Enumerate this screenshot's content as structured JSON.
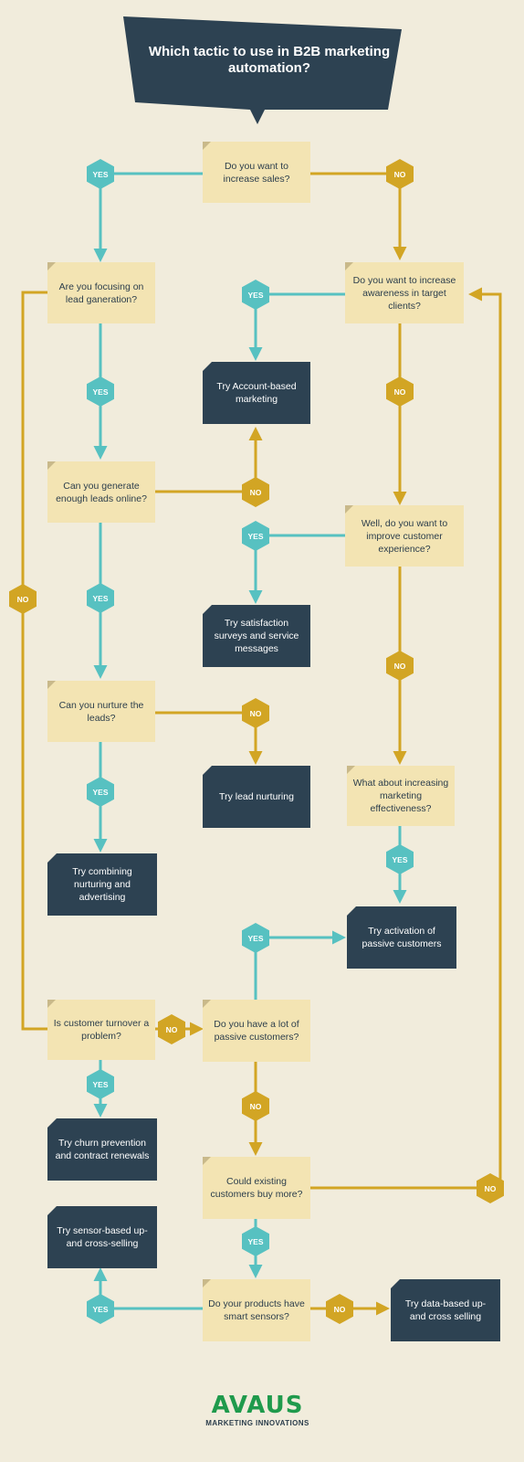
{
  "title": "Which tactic to use in B2B marketing automation?",
  "labels": {
    "yes": "YES",
    "no": "NO"
  },
  "questions": {
    "q1": "Do you want to increase sales?",
    "q2": "Are you focusing on lead ganeration?",
    "q3": "Do you want to increase awareness in target clients?",
    "q4": "Can you generate enough leads online?",
    "q5": "Well, do you want to improve customer experience?",
    "q6": "Can you nurture the leads?",
    "q7": "What about increasing marketing effectiveness?",
    "q8": "Is customer turnover a problem?",
    "q9": "Do you have a lot of passive customers?",
    "q10": "Could existing customers buy more?",
    "q11": "Do your products have smart sensors?"
  },
  "answers": {
    "a1": "Try Account-based marketing",
    "a2": "Try satisfaction surveys and service messages",
    "a3": "Try lead nurturing",
    "a4": "Try combining nurturing and advertising",
    "a5": "Try activation of passive customers",
    "a6": "Try churn prevention and contract renewals",
    "a7": "Try sensor-based up- and cross-selling",
    "a8": "Try data-based up- and cross selling"
  },
  "logo": {
    "name": "AVAUS",
    "tagline": "MARKETING INNOVATIONS"
  },
  "colors": {
    "yes": "#57c1c1",
    "no": "#d2a524",
    "question_box": "#f3e4b3",
    "answer_box": "#2d4252",
    "title_banner": "#2d4252",
    "background": "#f1ecdc"
  }
}
